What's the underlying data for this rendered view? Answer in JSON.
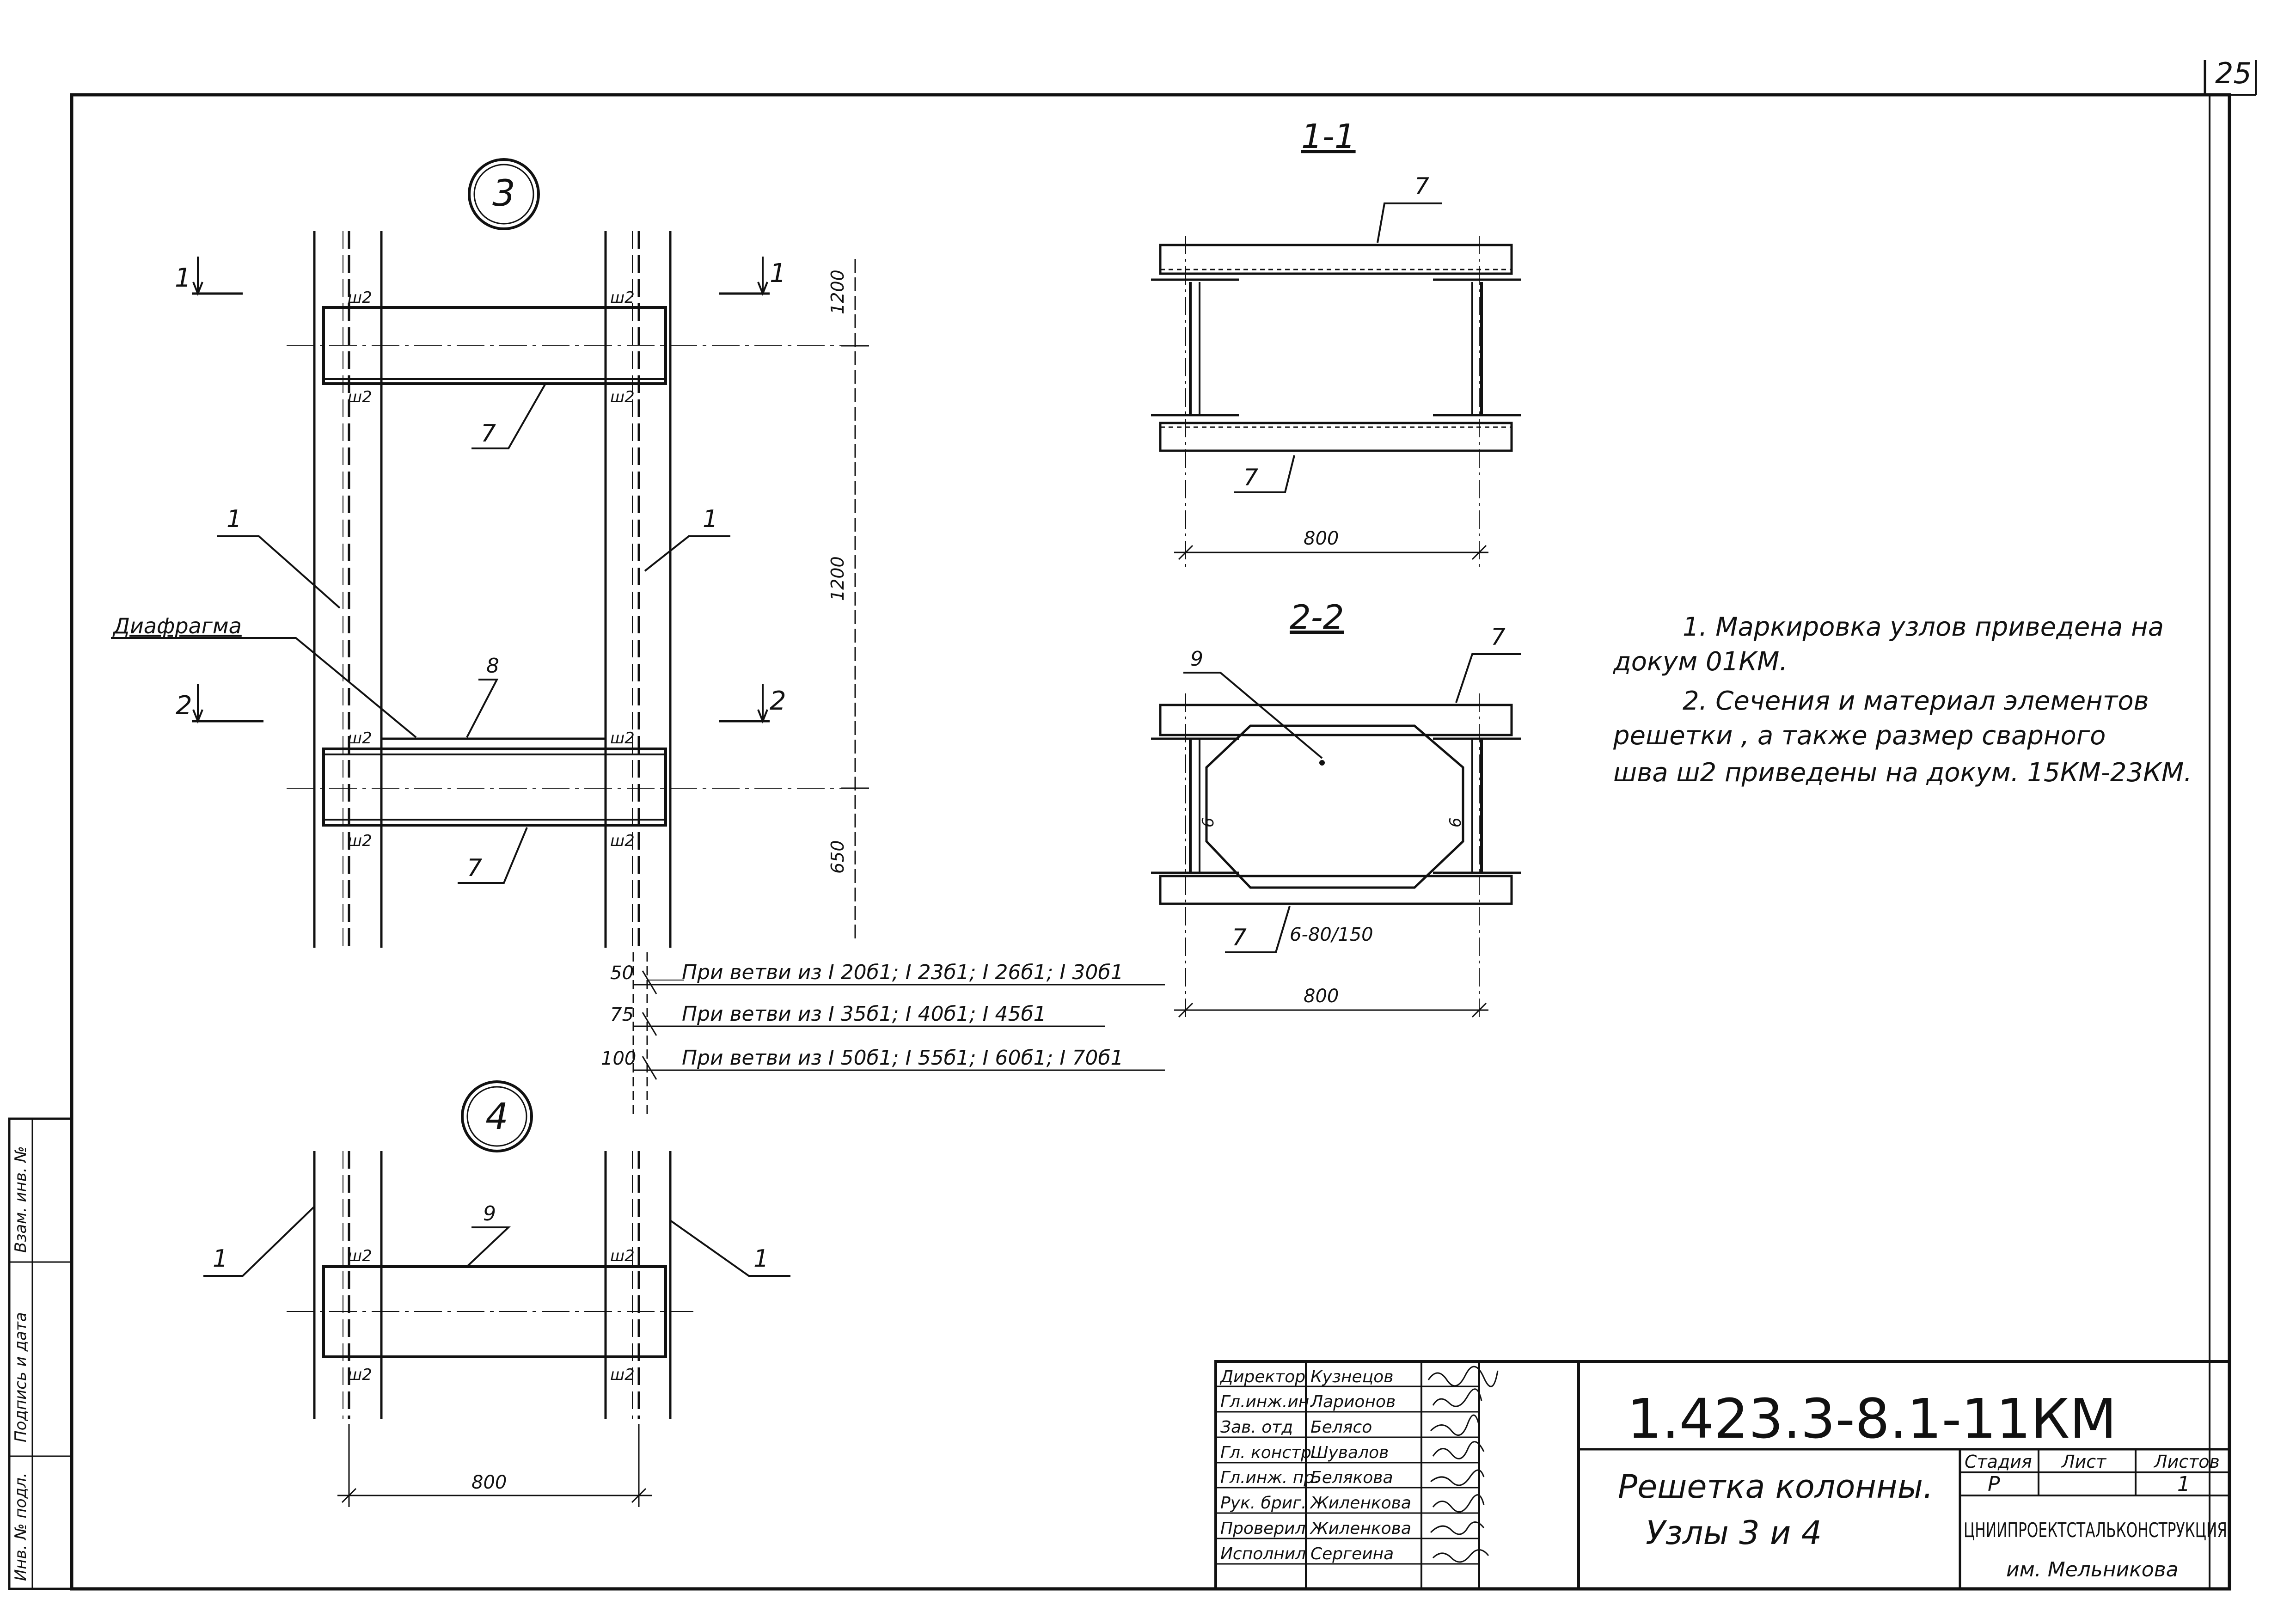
{
  "page_number": "25",
  "node3": {
    "marker": "3",
    "cut1_left": "1",
    "cut1_right": "1",
    "cut2_left": "2",
    "cut2_right": "2",
    "weld": "ш2",
    "dims": [
      "1200",
      "1200",
      "650"
    ],
    "leaders": {
      "branch_left": "1",
      "branch_right": "1",
      "plank_top": "7",
      "plank_bottom": "7",
      "diaphragm": "8"
    },
    "diaphragm_label": "Диафрагма"
  },
  "node4": {
    "marker": "4",
    "weld": "ш2",
    "dim_width": "800",
    "leaders": {
      "plank": "9",
      "branch_left": "1",
      "branch_right": "1"
    }
  },
  "section_1_1": {
    "title": "1-1",
    "leader_top": "7",
    "leader_bottom": "7",
    "dim": "800"
  },
  "section_2_2": {
    "title": "2-2",
    "leader_top": "7",
    "leader_bottom": "7",
    "leader_diaphragm": "9",
    "rib_dims": [
      "6",
      "6"
    ],
    "spacing": "6-80/150",
    "dim": "800"
  },
  "branch_table": [
    {
      "size": "50",
      "text": "При ветви из  I 20б1;  I 23б1; I 26б1;  I 30б1"
    },
    {
      "size": "75",
      "text": "При ветви из  I 35б1;  I 40б1;  I 45б1"
    },
    {
      "size": "100",
      "text": "При ветви из  I 50б1;  I 55б1;  I 60б1;  I 70б1"
    }
  ],
  "notes": [
    "1. Маркировка узлов приведена на",
    "докум 01КМ.",
    "2. Сечения и материал элементов",
    "решетки , а также размер сварного",
    "шва ш2 приведены на докум. 15КМ-23КМ."
  ],
  "side_stamp": [
    "Взам. инв. №",
    "Подпись и дата",
    "Инв. № подл."
  ],
  "title_block": {
    "roles": [
      "Директор",
      "Гл.инж.ин.",
      "Зав. отд",
      "Гл. констр.",
      "Гл.инж. пр.",
      "Рук. бриг.",
      "Проверил",
      "Исполнил"
    ],
    "names": [
      "Кузнецов",
      "Ларионов",
      "Белясо",
      "Шувалов",
      "Белякова",
      "Жиленкова",
      "Жиленкова",
      "Сергеина"
    ],
    "doc_code": "1.423.3-8.1-11КМ",
    "title_line1": "Решетка колонны.",
    "title_line2": "Узлы 3 и 4",
    "stage_header": "Стадия",
    "sheet_header": "Лист",
    "sheets_header": "Листов",
    "stage": "Р",
    "sheet": "",
    "sheets": "1",
    "org_line1": "ЦНИИПРОЕКТСТАЛЬКОНСТРУКЦИЯ",
    "org_line2": "им. Мельникова"
  }
}
